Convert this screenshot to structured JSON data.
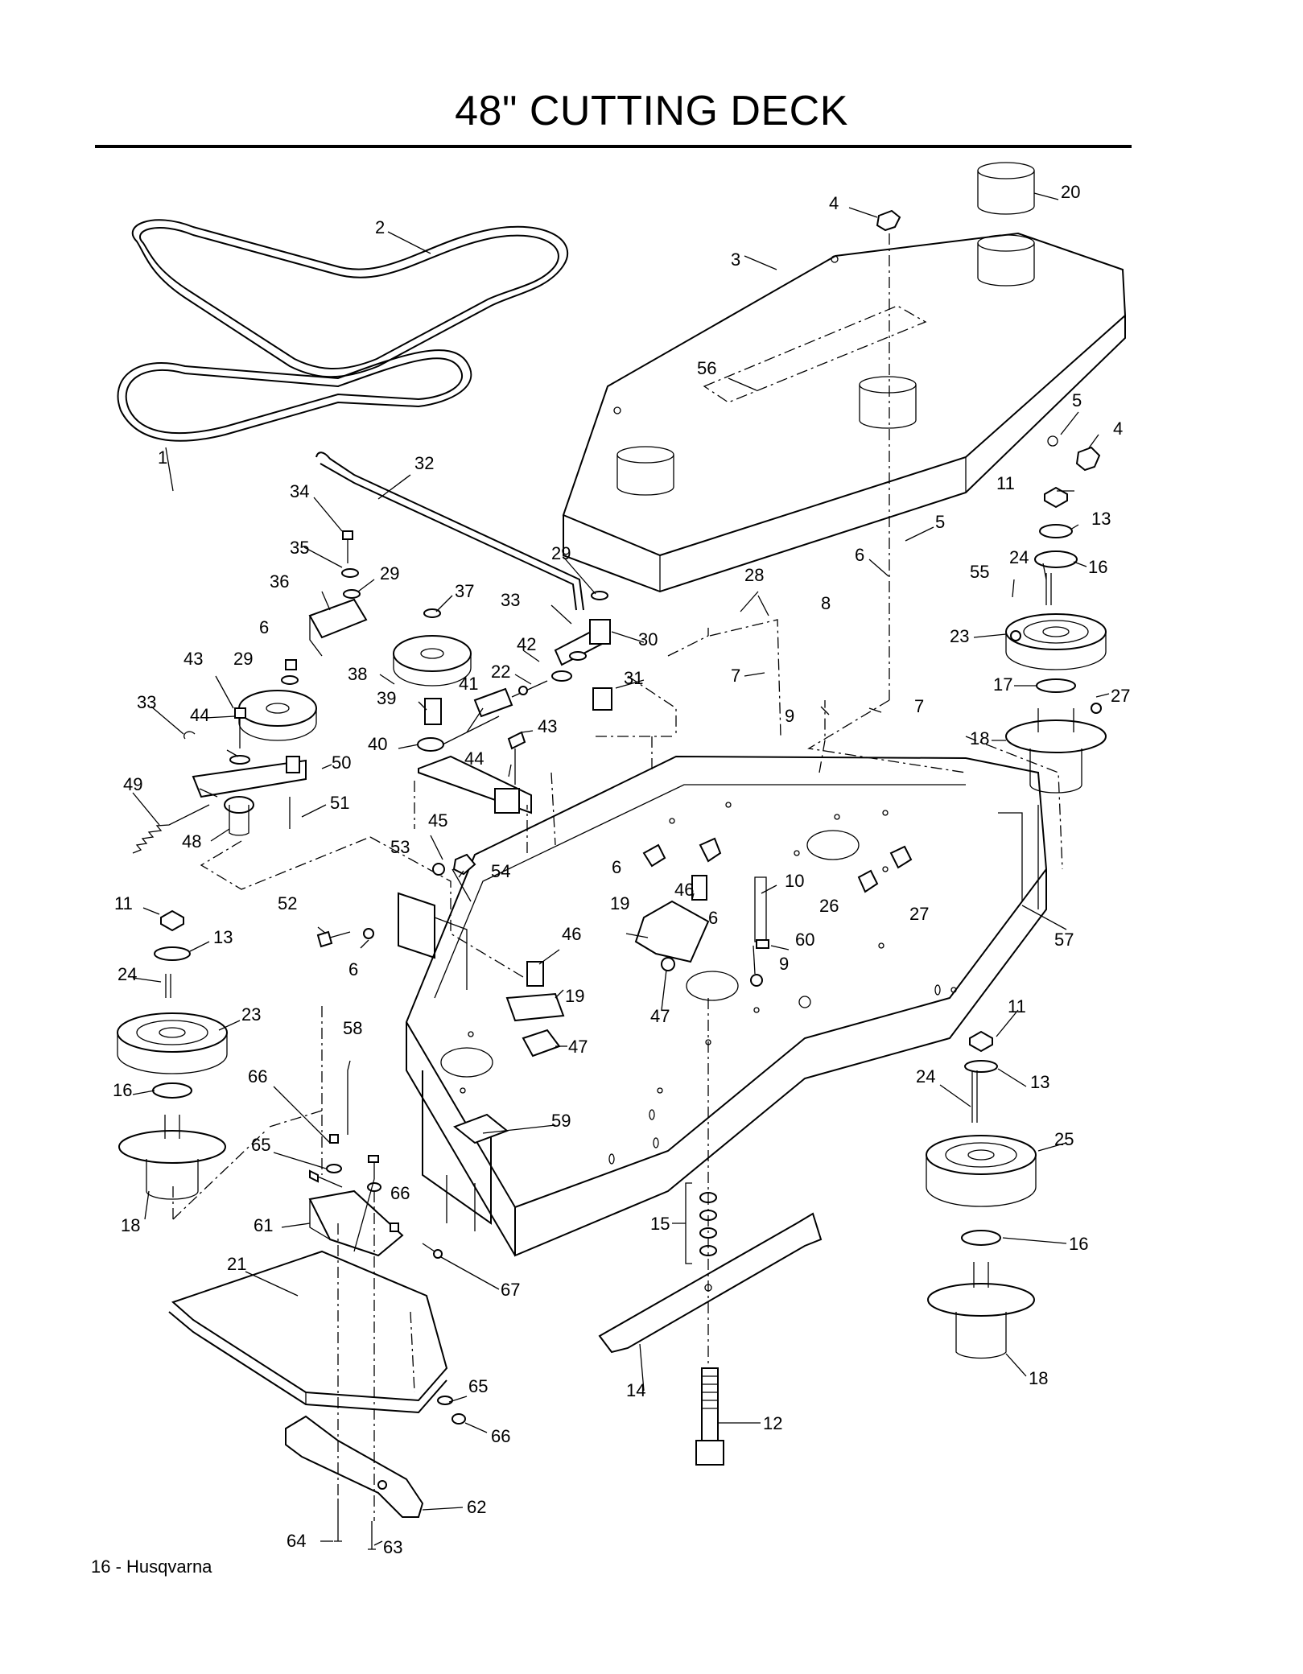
{
  "page": {
    "title": "48\" CUTTING DECK",
    "footer": "16 - Husqvarna"
  },
  "callouts": [
    "1",
    "2",
    "3",
    "4",
    "4",
    "5",
    "5",
    "6",
    "6",
    "6",
    "6",
    "6",
    "7",
    "7",
    "8",
    "9",
    "9",
    "10",
    "11",
    "11",
    "11",
    "12",
    "13",
    "13",
    "13",
    "14",
    "15",
    "16",
    "16",
    "16",
    "17",
    "18",
    "18",
    "18",
    "19",
    "19",
    "20",
    "21",
    "22",
    "23",
    "23",
    "24",
    "24",
    "24",
    "25",
    "26",
    "27",
    "27",
    "28",
    "29",
    "29",
    "29",
    "30",
    "31",
    "32",
    "33",
    "33",
    "34",
    "35",
    "36",
    "37",
    "38",
    "39",
    "40",
    "41",
    "42",
    "43",
    "43",
    "44",
    "44",
    "45",
    "46",
    "46",
    "47",
    "47",
    "48",
    "49",
    "50",
    "51",
    "52",
    "53",
    "54",
    "55",
    "56",
    "57",
    "58",
    "59",
    "60",
    "61",
    "62",
    "63",
    "64",
    "65",
    "65",
    "66",
    "66",
    "66",
    "67"
  ]
}
